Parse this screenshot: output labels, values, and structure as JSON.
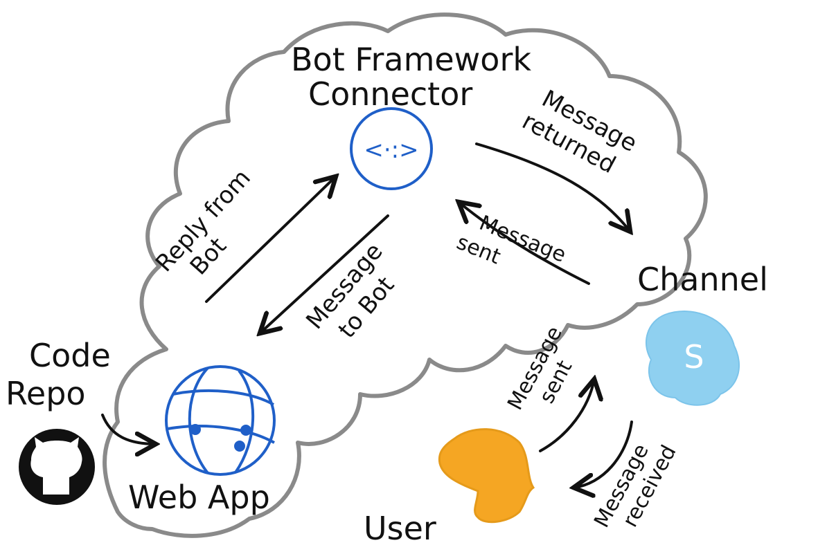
{
  "diagram": {
    "title": {
      "line1": "Bot Framework",
      "line2": "Connector"
    },
    "nodes": {
      "connector": {
        "glyph": "<·:>",
        "icon": "code-brackets-icon",
        "color": "#1f5fc8"
      },
      "channel": {
        "label": "Channel",
        "glyph": "S",
        "icon": "skype-icon",
        "color": "#8fd0f0"
      },
      "web_app": {
        "label": "Web App",
        "icon": "globe-network-icon",
        "color": "#1f5fc8"
      },
      "code_repo": {
        "line1": "Code",
        "line2": "Repo",
        "icon": "github-icon",
        "color": "#111111"
      },
      "user": {
        "label": "User",
        "icon": "user-head-icon",
        "color": "#f5a623"
      }
    },
    "edges": {
      "message_returned": {
        "line1": "Message",
        "line2": "returned"
      },
      "message_sent_channel": {
        "line1": "Message",
        "line2": "sent"
      },
      "reply_from_bot": {
        "line1": "Reply from",
        "line2": "Bot"
      },
      "message_to_bot": {
        "line1": "Message",
        "line2": "to Bot"
      },
      "message_sent_user": {
        "line1": "Message",
        "line2": "sent"
      },
      "message_received": {
        "line1": "Message",
        "line2": "received"
      }
    },
    "cloud_color": "#8a8a8a"
  }
}
